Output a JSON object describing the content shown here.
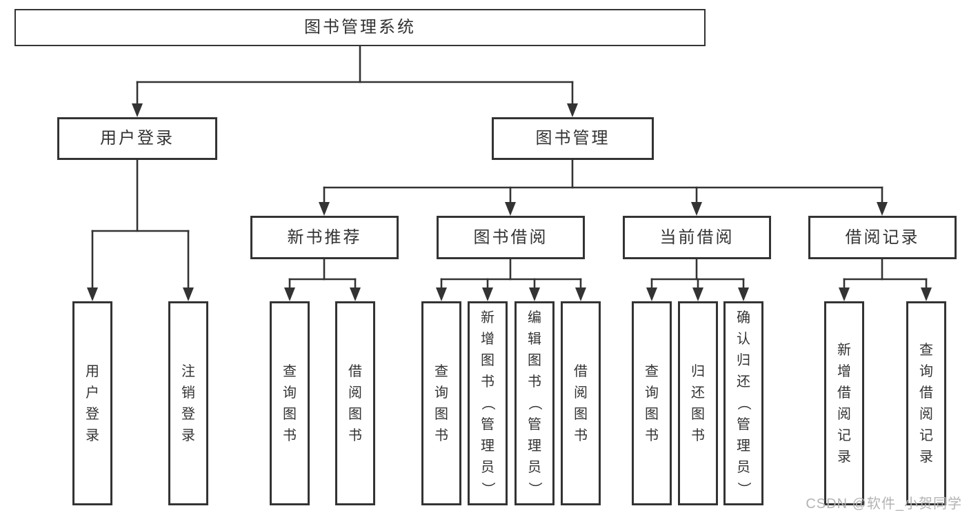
{
  "diagram": {
    "colors": {
      "line": "#333333",
      "text": "#333333",
      "box_background": "#ffffff",
      "watermark": "#b3b3b3"
    },
    "root": {
      "label": "图书管理系统"
    },
    "level2": [
      {
        "label": "用户登录"
      },
      {
        "label": "图书管理"
      }
    ],
    "level3": [
      {
        "label": "新书推荐"
      },
      {
        "label": "图书借阅"
      },
      {
        "label": "当前借阅"
      },
      {
        "label": "借阅记录"
      }
    ],
    "leaves": {
      "user_login": [
        {
          "label": "用户登录"
        },
        {
          "label": "注销登录"
        }
      ],
      "new_book": [
        {
          "label": "查询图书"
        },
        {
          "label": "借阅图书"
        }
      ],
      "book_borrow": [
        {
          "label": "查询图书"
        },
        {
          "label": "新增图书（管理员）"
        },
        {
          "label": "编辑图书（管理员）"
        },
        {
          "label": "借阅图书"
        }
      ],
      "current_borrow": [
        {
          "label": "查询图书"
        },
        {
          "label": "归还图书"
        },
        {
          "label": "确认归还（管理员）"
        }
      ],
      "borrow_records": [
        {
          "label": "新增借阅记录"
        },
        {
          "label": "查询借阅记录"
        }
      ]
    },
    "watermark": "CSDN @软件_小贺同学"
  }
}
